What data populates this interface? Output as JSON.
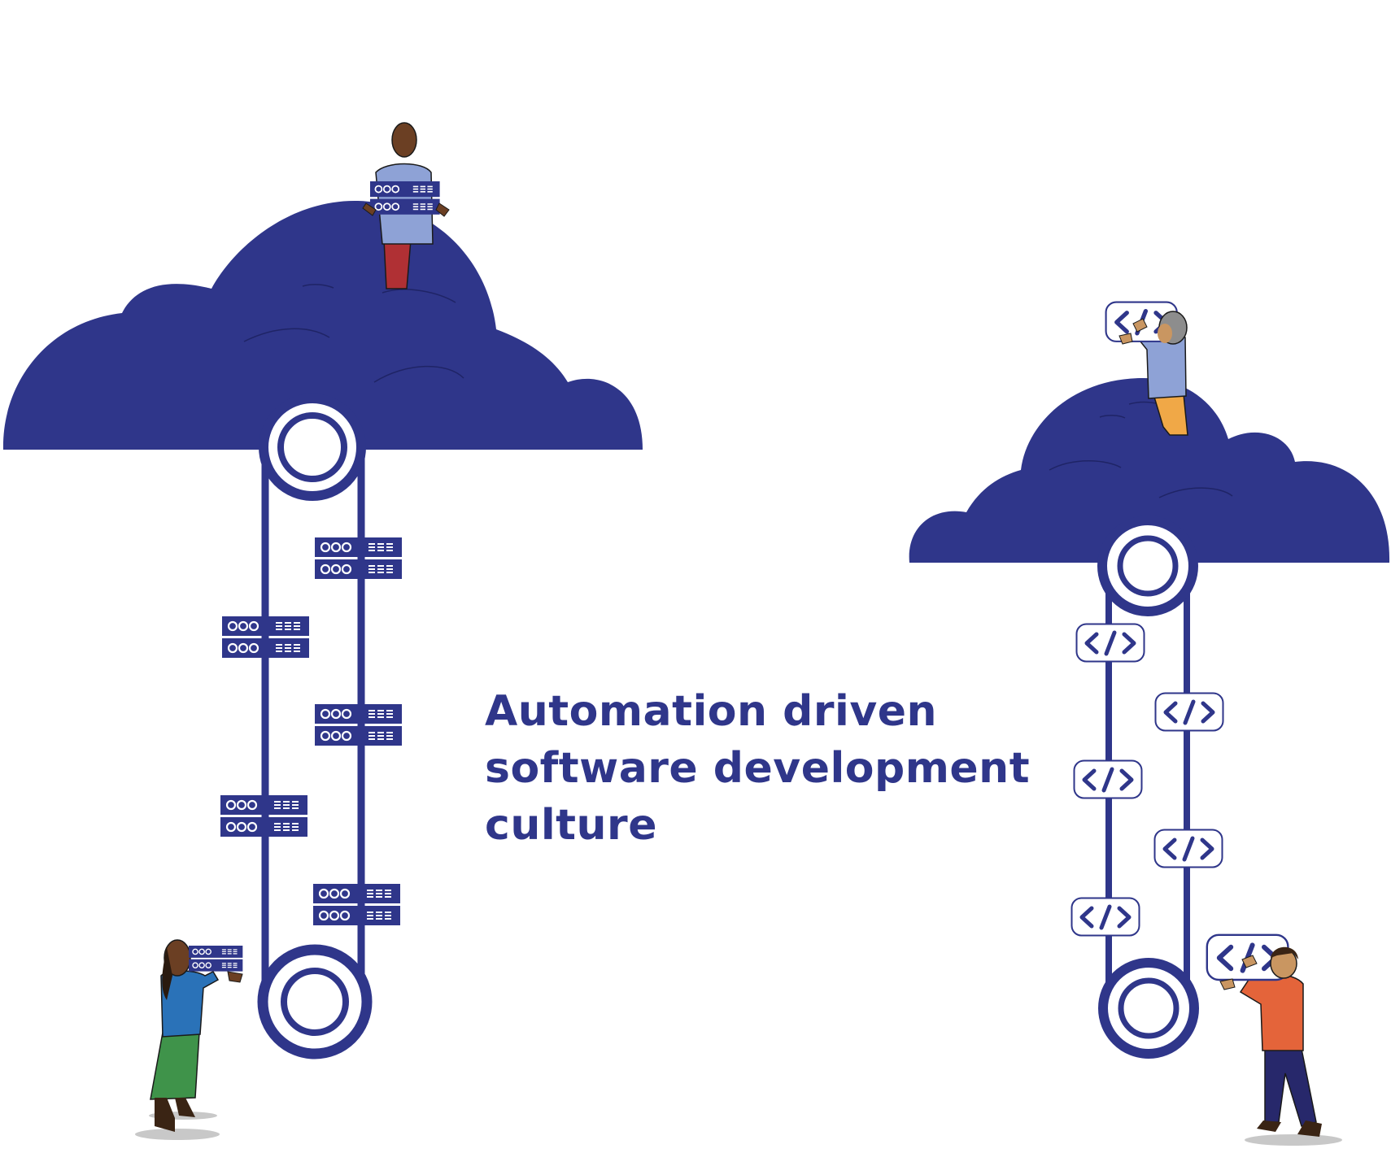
{
  "headline": {
    "line1": "Automation driven",
    "line2": "software development",
    "line3": "culture"
  },
  "icons": {
    "code_symbol": "</>",
    "server": "server-rack-icon"
  },
  "colors": {
    "primary": "#2f368a",
    "background": "#ffffff",
    "shirt_light_blue": "#8ea2d6",
    "pants_red": "#b03034",
    "pants_yellow": "#f0a847",
    "shirt_blue": "#2a72b8",
    "skirt_green": "#3f934a",
    "shirt_orange": "#e4643a",
    "pants_navy": "#27286b",
    "skin_dark": "#6b3f23",
    "skin_light": "#c99661"
  }
}
